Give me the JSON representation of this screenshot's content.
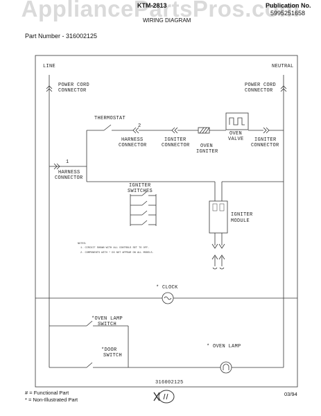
{
  "header": {
    "model": "KTM-2813",
    "publication_label": "Publication No.",
    "publication_number": "5995251658",
    "subtitle": "WIRING DIAGRAM",
    "part_number": "Part Number - 316002125",
    "watermark": "AppliancePartsPros.com"
  },
  "diagram": {
    "line": "LINE",
    "neutral": "NEUTRAL",
    "power_cord_left": [
      "POWER CORD",
      "CONNECTOR"
    ],
    "power_cord_right": [
      "POWER CORD",
      "CONNECTOR"
    ],
    "thermostat": "THERMOSTAT",
    "thermostat_pin": "2",
    "harness_connector_top": [
      "HARNESS",
      "CONNECTOR"
    ],
    "igniter_connector_left": [
      "IGNITER",
      "CONNECTOR"
    ],
    "oven_igniter": [
      "OVEN",
      "IGNITER"
    ],
    "oven_valve": [
      "OVEN",
      "VALVE"
    ],
    "igniter_connector_right": [
      "IGNITER",
      "CONNECTOR"
    ],
    "harness_pin": "1",
    "harness_connector_left": [
      "HARNESS",
      "CONNECTOR"
    ],
    "igniter_switches": [
      "IGNITER",
      "SWITCHES"
    ],
    "igniter_module": [
      "IGNITER",
      "MODULE"
    ],
    "notes": [
      "NOTES:",
      "1. CIRCUIT SHOWN WITH ALL CONTROLS SET TO OFF.",
      "2. COMPONENTS WITH * DO NOT APPEAR ON ALL MODELS."
    ],
    "clock": "* CLOCK",
    "oven_lamp_switch": [
      "*OVEN LAMP",
      "SWITCH"
    ],
    "door_switch": [
      "*DOOR",
      "SWITCH"
    ],
    "oven_lamp": "* OVEN LAMP",
    "bottom_part": "316002125"
  },
  "footer": {
    "legend_functional": "# = Functional Part",
    "legend_non_illustrated": "* = Non-Illustrated Part",
    "date": "03/94"
  }
}
